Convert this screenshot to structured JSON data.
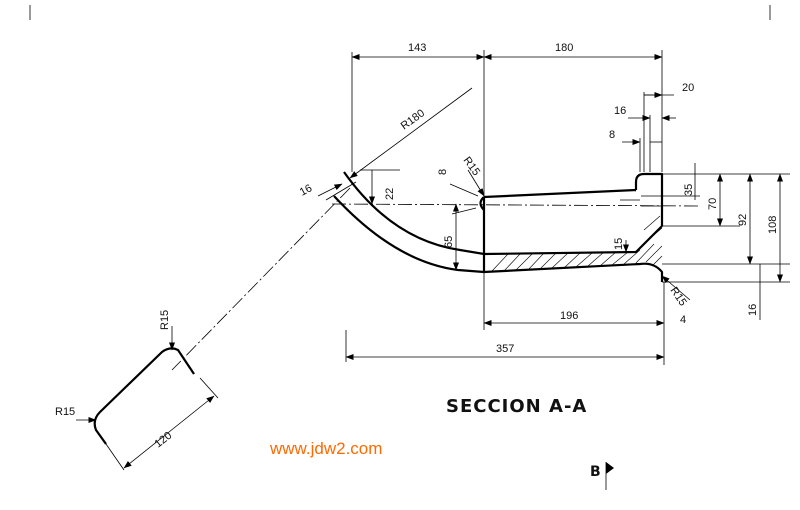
{
  "title": "SECCION A-A",
  "watermark": "www.jdw2.com",
  "view_label": "B",
  "dimensions": {
    "d143": "143",
    "d180": "180",
    "d20": "20",
    "d16_top": "16",
    "d8_top": "8",
    "d8_left": "8",
    "r180": "R180",
    "r15_top": "R15",
    "d16_left": "16",
    "d22": "22",
    "d65": "65",
    "d15": "15",
    "d35": "35",
    "d70": "70",
    "d92": "92",
    "d108": "108",
    "r15_right": "R15",
    "d16_bottom": "16",
    "d4": "4",
    "d196": "196",
    "d357": "357",
    "r15_detail_top": "R15",
    "r15_detail_left": "R15",
    "d120": "120"
  }
}
